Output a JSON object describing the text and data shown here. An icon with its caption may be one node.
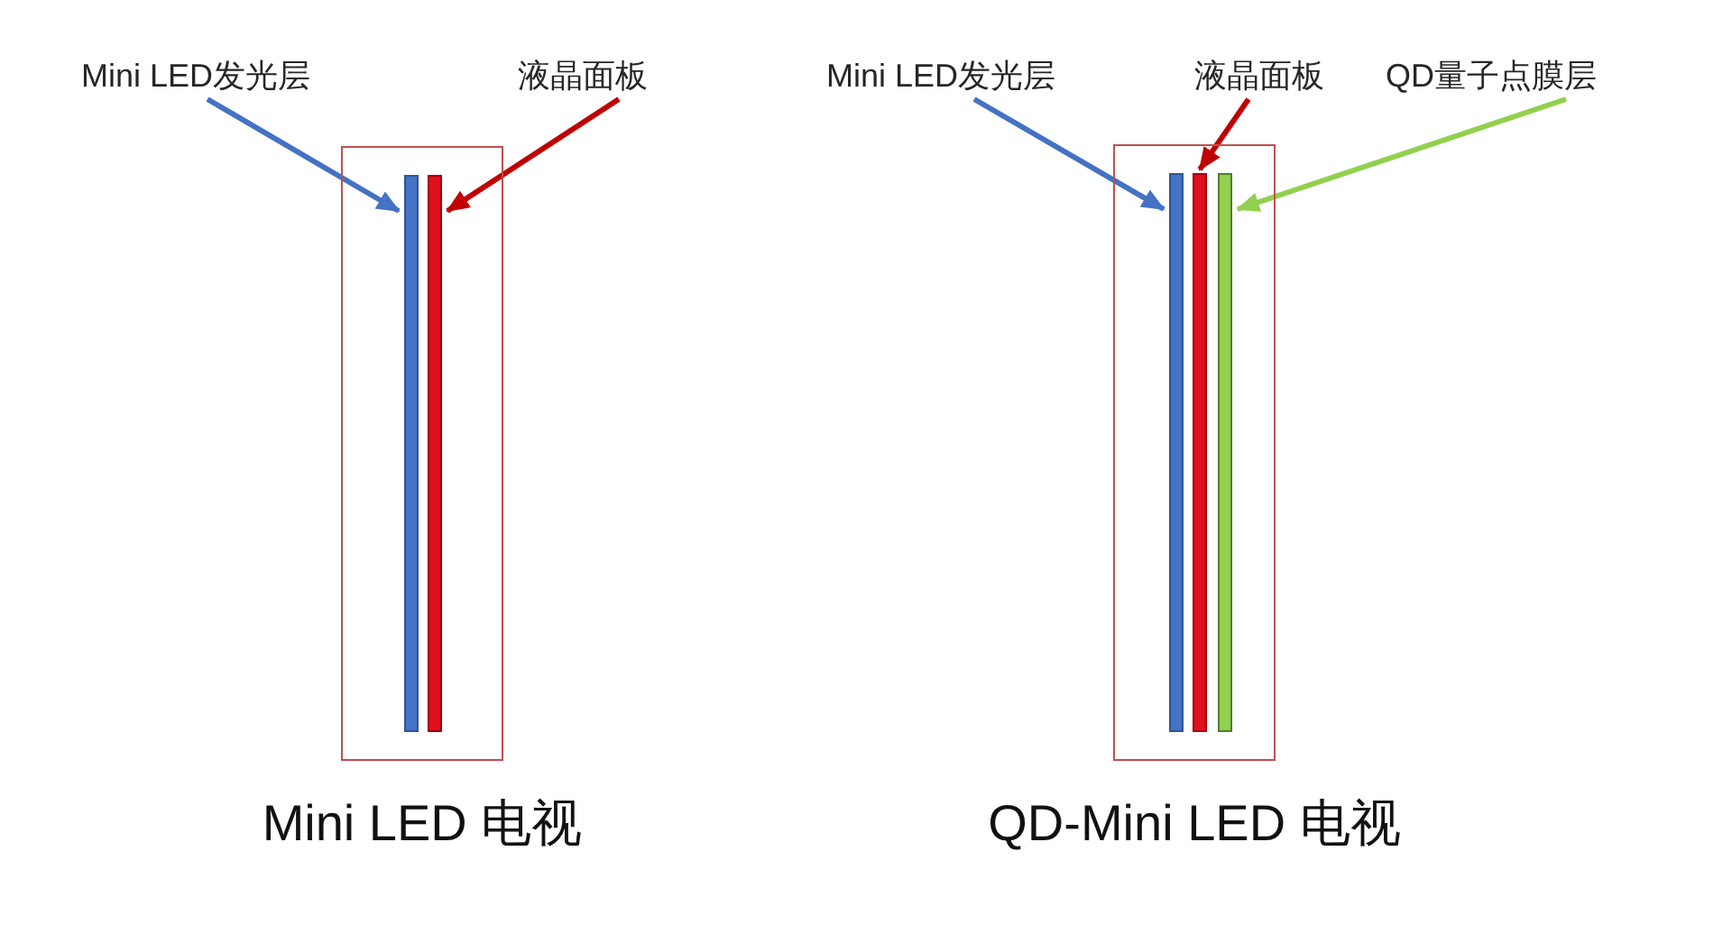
{
  "diagram": {
    "nodes": [
      {
        "text": [
          "Mini LED发光层"
        ]
      },
      {
        "text": [
          "液晶面板"
        ]
      },
      {
        "text": [
          "Mini LED发光层"
        ]
      },
      {
        "text": [
          "液晶面板"
        ]
      },
      {
        "text": [
          "QD量子点膜层"
        ]
      },
      {
        "text": [],
        "shape": "box",
        "beside": [
          "Mini LED 电视"
        ]
      },
      {
        "text": [],
        "shape": "bar",
        "in": 5
      },
      {
        "text": [],
        "shape": "bar",
        "in": 5
      },
      {
        "text": [],
        "shape": "box",
        "beside": [
          "QD-Mini LED 电视"
        ]
      },
      {
        "text": [],
        "shape": "bar",
        "in": 8
      },
      {
        "text": [],
        "shape": "bar",
        "in": 8
      },
      {
        "text": [],
        "shape": "bar",
        "in": 8
      }
    ],
    "edges": [
      {
        "from": 0,
        "to": 6,
        "arrow": "to",
        "color": "#4472c4"
      },
      {
        "from": 1,
        "to": 7,
        "arrow": "to",
        "color": "#c00000"
      },
      {
        "from": 2,
        "to": 9,
        "arrow": "to",
        "color": "#4472c4"
      },
      {
        "from": 3,
        "to": 10,
        "arrow": "to",
        "color": "#c00000"
      },
      {
        "from": 4,
        "to": 11,
        "arrow": "to",
        "color": "#92d050"
      }
    ]
  }
}
